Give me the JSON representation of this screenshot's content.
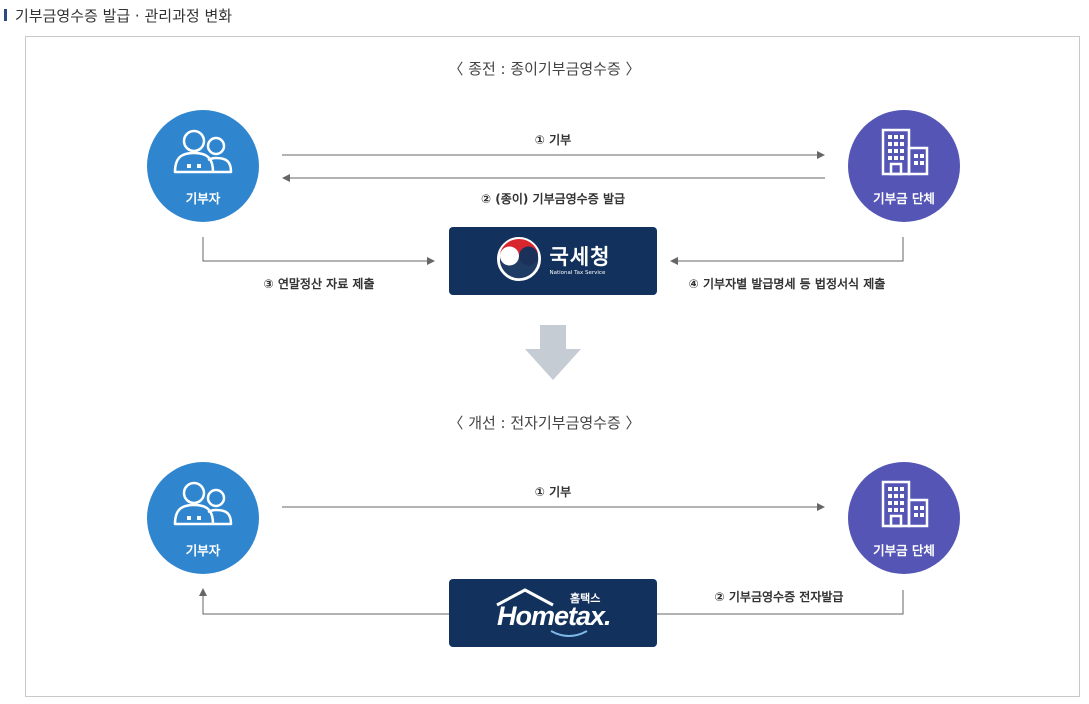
{
  "header": {
    "title": "기부금영수증 발급 · 관리과정 변화"
  },
  "before": {
    "title": "〈 종전 : 종이기부금영수증 〉",
    "donor_label": "기부자",
    "org_label": "기부금 단체",
    "step1": "① 기부",
    "step2": "② (종이) 기부금영수증 발급",
    "step3": "③ 연말정산 자료 제출",
    "step4": "④ 기부자별 발급명세 등 법정서식 제출",
    "nts": {
      "name_kr": "국세청",
      "name_en": "National Tax Service"
    }
  },
  "after": {
    "title": "〈 개선 : 전자기부금영수증 〉",
    "donor_label": "기부자",
    "org_label": "기부금 단체",
    "step1": "① 기부",
    "step2": "② 기부금영수증 전자발급",
    "hometax": {
      "name_kr": "홈택스",
      "name_en": "Hometax."
    }
  },
  "colors": {
    "donor_circle": "#2f86cf",
    "org_circle": "#5555b5",
    "agency_box": "#12315c",
    "transition_arrow": "#c5ccd3",
    "line": "#666666"
  },
  "icons": {
    "donor": "people-icon",
    "org": "building-icon",
    "nts_logo": "taegeuk-emblem-icon",
    "transition": "down-arrow-icon"
  }
}
